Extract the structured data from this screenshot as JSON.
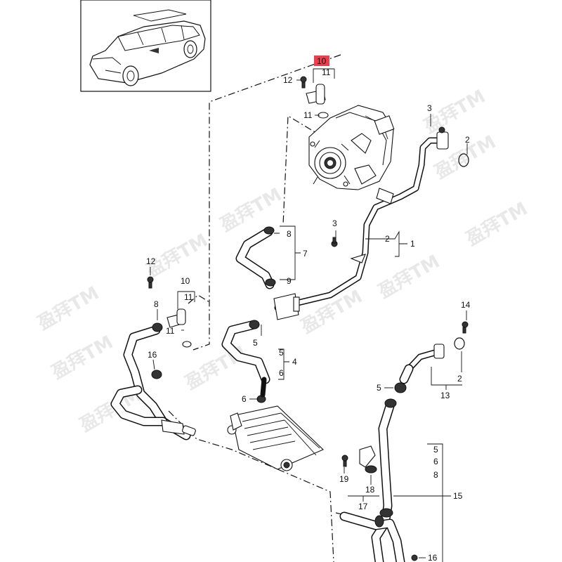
{
  "callouts": [
    {
      "id": "c1",
      "text": "1"
    },
    {
      "id": "c2",
      "text": "2"
    },
    {
      "id": "c3",
      "text": "3"
    },
    {
      "id": "c4",
      "text": "4"
    },
    {
      "id": "c5",
      "text": "5"
    },
    {
      "id": "c6",
      "text": "6"
    },
    {
      "id": "c7",
      "text": "7"
    },
    {
      "id": "c8",
      "text": "8"
    },
    {
      "id": "c9",
      "text": "9"
    },
    {
      "id": "c10",
      "text": "10"
    },
    {
      "id": "c11",
      "text": "11"
    },
    {
      "id": "c12",
      "text": "12"
    },
    {
      "id": "c13",
      "text": "13"
    },
    {
      "id": "c14",
      "text": "14"
    },
    {
      "id": "c15",
      "text": "15"
    },
    {
      "id": "c16",
      "text": "16"
    },
    {
      "id": "c17",
      "text": "17"
    },
    {
      "id": "c18",
      "text": "18"
    },
    {
      "id": "c19",
      "text": "19"
    }
  ],
  "highlight_color": "#e8404f",
  "watermark": {
    "text": "盈拜TM"
  }
}
